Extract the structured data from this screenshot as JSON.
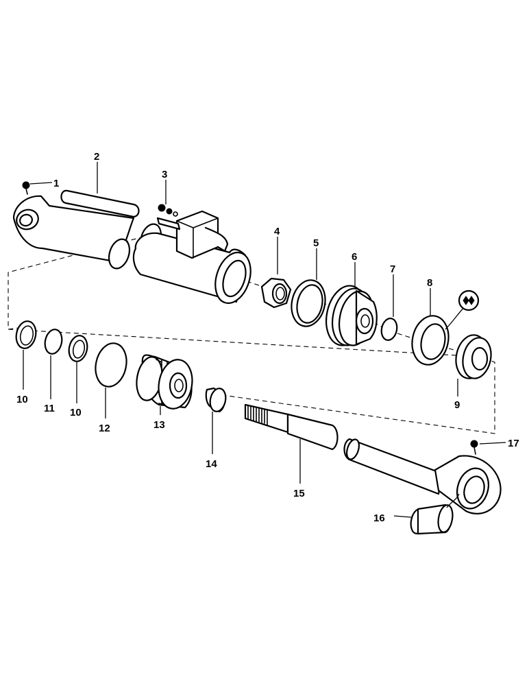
{
  "callouts": {
    "c1": "1",
    "c2": "2",
    "c3": "3",
    "c4": "4",
    "c5": "5",
    "c6": "6",
    "c7": "7",
    "c8": "8",
    "c9": "9",
    "c10a": "10",
    "c10b": "10",
    "c11": "11",
    "c12": "12",
    "c13": "13",
    "c14": "14",
    "c15": "15",
    "c16": "16",
    "c17": "17"
  },
  "colors": {
    "ink": "#000000",
    "paper": "#ffffff"
  }
}
